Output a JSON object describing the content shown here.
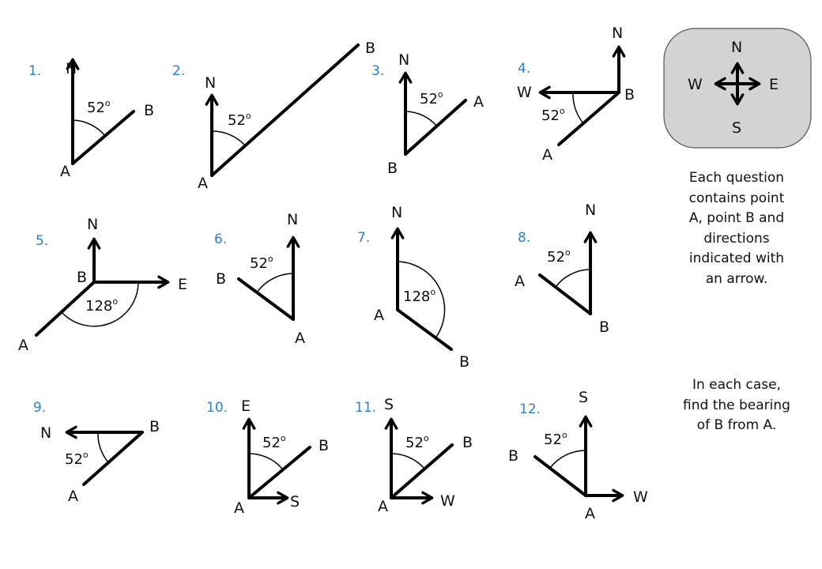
{
  "compass": {
    "n": "N",
    "e": "E",
    "s": "S",
    "w": "W"
  },
  "instructions": [
    "Each question contains point A, point B and directions indicated with an arrow.",
    "In each case, find the bearing of B from A."
  ],
  "questions": [
    {
      "number": "1.",
      "labels": {
        "dir1": "N",
        "a": "A",
        "b": "B"
      },
      "angle": "52",
      "degree": "o"
    },
    {
      "number": "2.",
      "labels": {
        "dir1": "N",
        "a": "A",
        "b": "B"
      },
      "angle": "52",
      "degree": "o"
    },
    {
      "number": "3.",
      "labels": {
        "dir1": "N",
        "a": "A",
        "b": "B"
      },
      "angle": "52",
      "degree": "o"
    },
    {
      "number": "4.",
      "labels": {
        "dir1": "N",
        "dir2": "W",
        "a": "A",
        "b": "B"
      },
      "angle": "52",
      "degree": "o"
    },
    {
      "number": "5.",
      "labels": {
        "dir1": "N",
        "dir2": "E",
        "a": "A",
        "b": "B"
      },
      "angle": "128",
      "degree": "o"
    },
    {
      "number": "6.",
      "labels": {
        "dir1": "N",
        "a": "A",
        "b": "B"
      },
      "angle": "52",
      "degree": "o"
    },
    {
      "number": "7.",
      "labels": {
        "dir1": "N",
        "a": "A",
        "b": "B"
      },
      "angle": "128",
      "degree": "o"
    },
    {
      "number": "8.",
      "labels": {
        "dir1": "N",
        "a": "A",
        "b": "B"
      },
      "angle": "52",
      "degree": "o"
    },
    {
      "number": "9.",
      "labels": {
        "dir1": "N",
        "a": "A",
        "b": "B"
      },
      "angle": "52",
      "degree": "o"
    },
    {
      "number": "10.",
      "labels": {
        "dir1": "E",
        "dir2": "S",
        "a": "A",
        "b": "B"
      },
      "angle": "52",
      "degree": "o"
    },
    {
      "number": "11.",
      "labels": {
        "dir1": "S",
        "dir2": "W",
        "a": "A",
        "b": "B"
      },
      "angle": "52",
      "degree": "o"
    },
    {
      "number": "12.",
      "labels": {
        "dir1": "S",
        "dir2": "W",
        "a": "A",
        "b": "B"
      },
      "angle": "52",
      "degree": "o"
    }
  ]
}
